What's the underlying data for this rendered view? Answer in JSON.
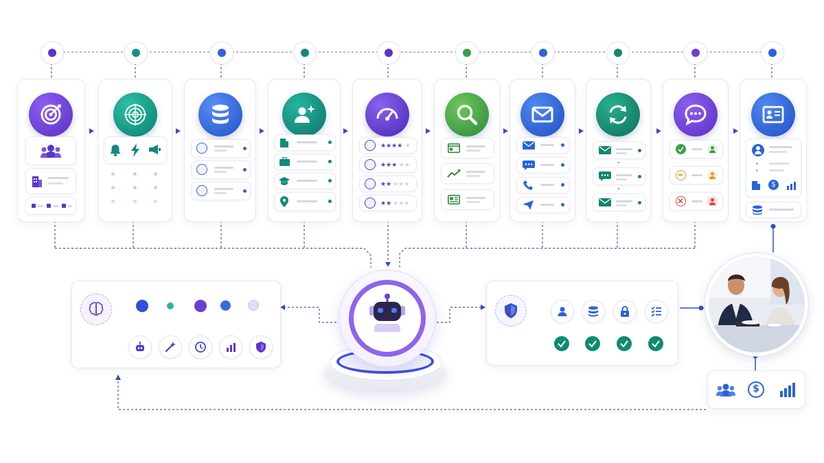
{
  "pipeline": {
    "stages": [
      {
        "name": "target-goal",
        "color": "#6b3fd4",
        "icon": "target-icon"
      },
      {
        "name": "radar-scan",
        "color": "#129481",
        "icon": "radar-icon"
      },
      {
        "name": "database",
        "color": "#2f64d8",
        "icon": "database-icon"
      },
      {
        "name": "user-spark",
        "color": "#0f8a7c",
        "icon": "user-sparkle-icon"
      },
      {
        "name": "gauge",
        "color": "#5a36cc",
        "icon": "gauge-icon"
      },
      {
        "name": "search",
        "color": "#3aa04a",
        "icon": "search-icon"
      },
      {
        "name": "mail",
        "color": "#2a63dc",
        "icon": "mail-icon"
      },
      {
        "name": "sync",
        "color": "#13876e",
        "icon": "sync-icon"
      },
      {
        "name": "chat",
        "color": "#6b3fd4",
        "icon": "chat-icon"
      },
      {
        "name": "id-card",
        "color": "#2a63dc",
        "icon": "id-card-icon"
      }
    ]
  },
  "colors": {
    "purple": "#6b3fd4",
    "teal": "#0f8a7c",
    "blue": "#2f64d8",
    "green": "#3aa04a",
    "check": "#0d8c72",
    "wire": "#4a58c8"
  },
  "hub": {
    "icon": "robot-icon"
  },
  "left_panel": {
    "icons": [
      "brain-icon",
      "bot-icon",
      "magic-wand-icon",
      "clock-icon",
      "bar-chart-icon",
      "shield-icon"
    ]
  },
  "right_panel": {
    "icons": [
      "shield-icon",
      "user-icon",
      "database-icon",
      "lock-icon",
      "checklist-icon"
    ]
  },
  "photo": {
    "description_icon": "business-meeting-photo"
  },
  "bottom_right": {
    "icons": [
      "team-icon",
      "dollar-icon",
      "bar-chart-icon"
    ]
  }
}
